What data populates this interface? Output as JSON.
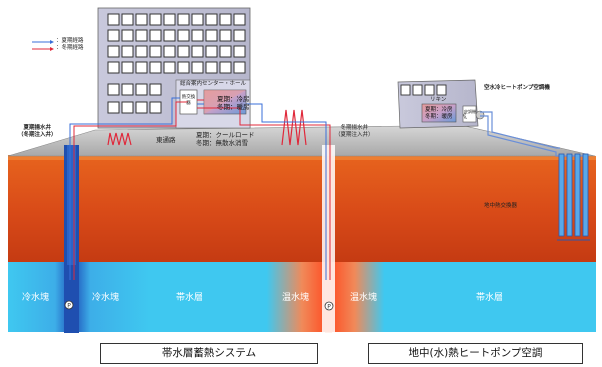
{
  "legend": {
    "summer": "：夏期経路",
    "winter": "：冬期経路",
    "summer_color": "#3a6fd8",
    "winter_color": "#e0283a"
  },
  "building": {
    "hall": "総合案内センター・ホール",
    "heat_exchanger": "熱交換器",
    "cooling_heating": "夏期：冷房\n冬期：暖房",
    "cool_road": "夏期：クールロード\n冬期：無散水消雪"
  },
  "labels": {
    "left_well": "夏期揚水井\n（冬期注入井）",
    "right_well": "冬期揚水井\n（夏期注入井）",
    "east_road": "東通路",
    "hp_building": "空水冷ヒートポンプ空調機",
    "ritsun": "リキン",
    "hp_cooling_heating": "夏期：冷房\n冬期：暖房",
    "hp_unit": "空調機",
    "geo_hx": "地中熱交換器"
  },
  "aquifer": {
    "cold1": "冷水塊",
    "cold2": "冷水塊",
    "layer1": "帯水層",
    "warm1": "温水塊",
    "warm2": "温水塊",
    "layer2": "帯水層",
    "pump": "P"
  },
  "captions": {
    "left": "帯水層蓄熱システム",
    "right": "地中(水)熱ヒートポンプ空調"
  }
}
